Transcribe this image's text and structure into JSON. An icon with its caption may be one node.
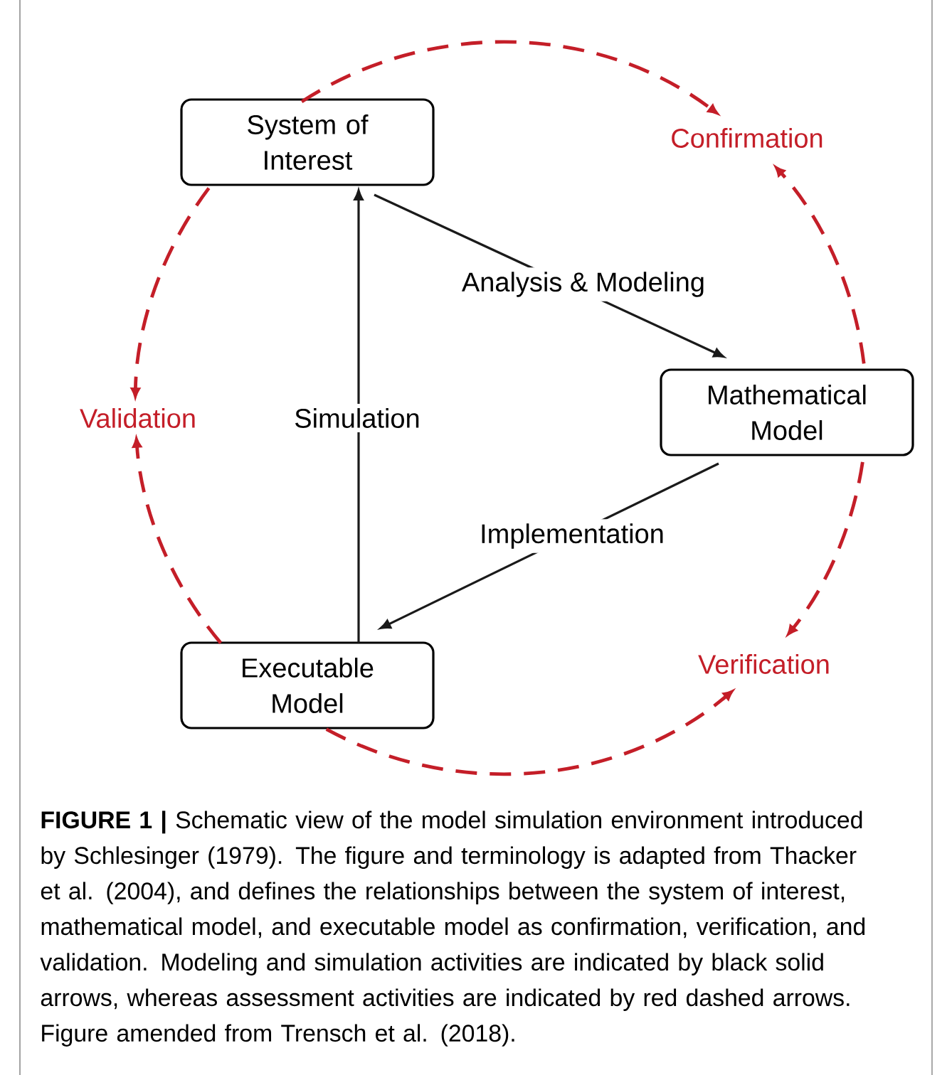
{
  "diagram": {
    "caption": "**FIGURE 1 |** Schematic view of the model simulation environment introduced by Schlesinger (1979). The figure and terminology is adapted from Thacker et al. (2004), and defines the relationships between the system of interest, mathematical model, and executable model as confirmation, verification, and validation. Modeling and simulation activities are indicated by black solid arrows, whereas assessment activities are indicated by red dashed arrows. Figure amended from Trensch et al. (2018).",
    "nodes": [
      {
        "text": [
          "System of Interest"
        ]
      },
      {
        "text": [
          "Confirmation"
        ]
      },
      {
        "text": [
          "Validation"
        ]
      },
      {
        "text": [
          "Mathematical Model"
        ]
      },
      {
        "text": [
          "Executable Model"
        ]
      },
      {
        "text": [
          "Verification"
        ]
      }
    ],
    "edges": [
      {
        "from": 0,
        "to": 3,
        "arrow": "to",
        "label": "Analysis & Modeling",
        "color": "#1a1a1a"
      },
      {
        "from": 4,
        "to": 0,
        "arrow": "to",
        "label": "Simulation",
        "color": "#1a1a1a"
      },
      {
        "from": 3,
        "to": 4,
        "arrow": "to",
        "label": "Implementation",
        "color": "#1a1a1a"
      },
      {
        "from": 0,
        "to": 1,
        "arrow": "to",
        "style": "dashed",
        "color": "#c41e28"
      },
      {
        "from": 3,
        "to": 1,
        "arrow": "to",
        "style": "dashed",
        "color": "#c41e28"
      },
      {
        "from": 0,
        "to": 2,
        "arrow": "to",
        "style": "dashed",
        "color": "#c41e28"
      },
      {
        "from": 4,
        "to": 2,
        "arrow": "to",
        "style": "dashed",
        "color": "#c41e28"
      },
      {
        "from": 3,
        "to": 5,
        "arrow": "to",
        "style": "dashed",
        "color": "#c41e28"
      },
      {
        "from": 4,
        "to": 5,
        "arrow": "to",
        "style": "dashed",
        "color": "#c41e28"
      }
    ]
  }
}
